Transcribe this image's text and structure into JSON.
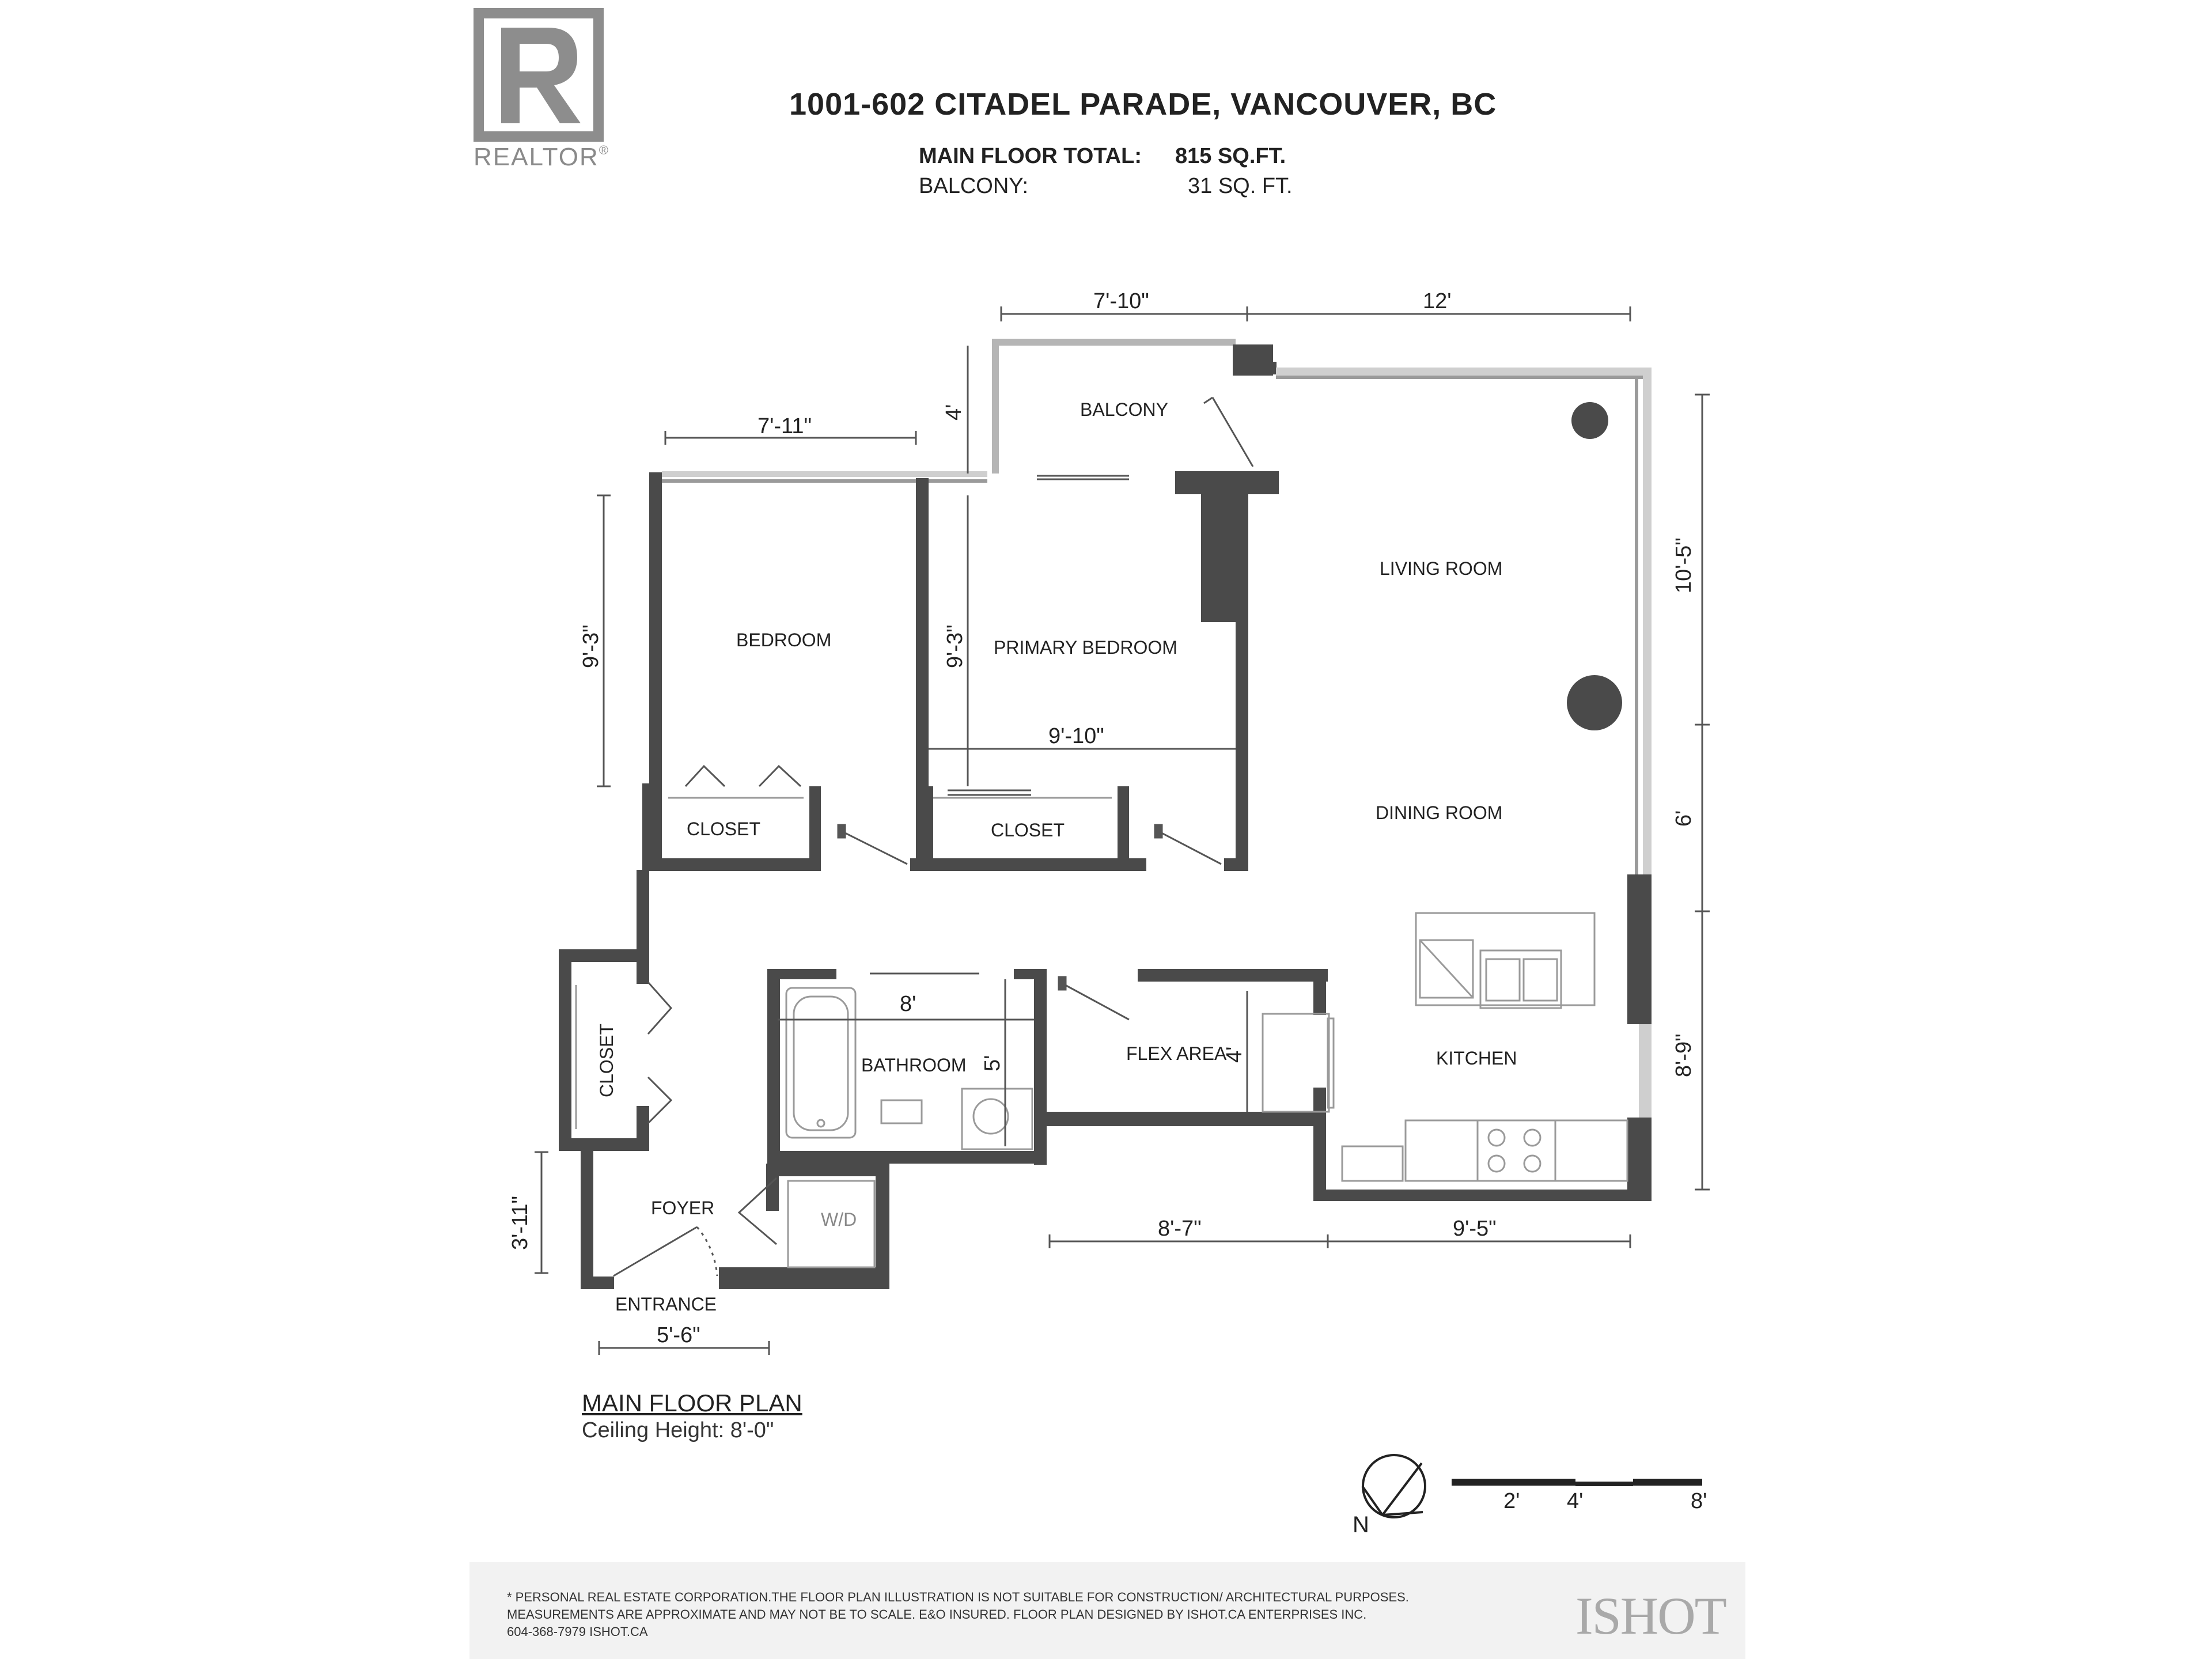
{
  "header": {
    "address": "1001-602 CITADEL PARADE, VANCOUVER, BC",
    "main_floor_label": "MAIN FLOOR TOTAL:",
    "main_floor_value": "815 SQ.FT.",
    "balcony_label": "BALCONY:",
    "balcony_value": "31 SQ. FT."
  },
  "logo": {
    "word": "REALTOR",
    "mark": "®"
  },
  "rooms": {
    "balcony": "BALCONY",
    "living": "LIVING ROOM",
    "bedroom": "BEDROOM",
    "primary": "PRIMARY BEDROOM",
    "closet1": "CLOSET",
    "closet2": "CLOSET",
    "dining": "DINING ROOM",
    "closet3": "CLOSET",
    "bathroom": "BATHROOM",
    "flex": "FLEX AREA",
    "kitchen": "KITCHEN",
    "foyer": "FOYER",
    "wd": "W/D",
    "entrance": "ENTRANCE"
  },
  "dimensions": {
    "balcony_w": "7'-10\"",
    "top_right": "12'",
    "balcony_h": "4'",
    "bedroom_w": "7'-11\"",
    "bedroom_h": "9'-3\"",
    "primary_h": "9'-3\"",
    "primary_w": "9'-10\"",
    "living_h": "10'-5\"",
    "dining_h": "6'",
    "kitchen_h": "8'-9\"",
    "bath_w": "8'",
    "bath_h": "5'",
    "flex_h": "4'",
    "foyer_h": "3'-11\"",
    "entrance_w": "5'-6\"",
    "flex_w": "8'-7\"",
    "kitchen_w": "9'-5\""
  },
  "legend": {
    "title": "MAIN FLOOR PLAN",
    "ceiling": "Ceiling Height: 8'-0\""
  },
  "compass": {
    "label": "N"
  },
  "scale": {
    "t1": "2'",
    "t2": "4'",
    "t3": "8'"
  },
  "footer": {
    "line1": "* PERSONAL REAL ESTATE CORPORATION.THE FLOOR PLAN ILLUSTRATION IS NOT SUITABLE FOR CONSTRUCTION/ ARCHITECTURAL PURPOSES.",
    "line2": "MEASUREMENTS ARE APPROXIMATE AND MAY NOT BE TO SCALE. E&O INSURED. FLOOR PLAN DESIGNED BY ISHOT.CA ENTERPRISES INC.",
    "line3": "604-368-7979  ISHOT.CA",
    "brand": "ISHOT"
  },
  "colors": {
    "wall": "#4a4a4a",
    "dim": "#555555",
    "text": "#222222"
  }
}
